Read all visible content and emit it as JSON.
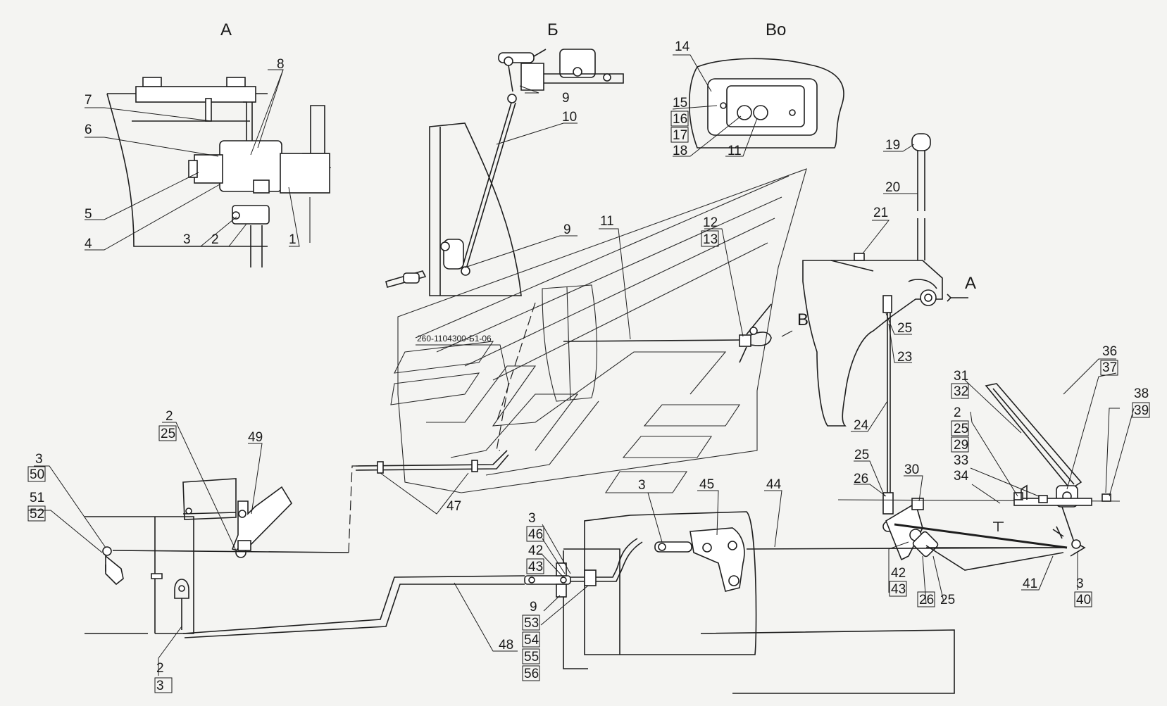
{
  "drawing": {
    "views": {
      "a": "А",
      "b": "Б",
      "v": "Во",
      "a_arrow": "А",
      "v_arrow": "В"
    },
    "part_code": "260-1104300-Б1-06",
    "labels": {
      "a1": "1",
      "a2": "2",
      "a3": "3",
      "a4": "4",
      "a5": "5",
      "a6": "6",
      "a7": "7",
      "a8": "8",
      "b9a": "9",
      "b10": "10",
      "b9b": "9",
      "v14": "14",
      "v15": "15",
      "v16": "16",
      "v17": "17",
      "v18": "18",
      "v11": "11",
      "m11": "11",
      "m12": "12",
      "m13": "13",
      "r19": "19",
      "r20": "20",
      "r21": "21",
      "r25a": "25",
      "r23": "23",
      "r24": "24",
      "r25b": "25",
      "r26a": "26",
      "r30": "30",
      "r2": "2",
      "r25c": "25",
      "r29": "29",
      "r33": "33",
      "r34": "34",
      "r31": "31",
      "r32": "32",
      "r36": "36",
      "r37": "37",
      "r38": "38",
      "r39": "39",
      "r42": "42",
      "r43": "43",
      "r26b": "26",
      "r25d": "25",
      "r41": "41",
      "r3": "3",
      "r40": "40",
      "c3": "3",
      "c45": "45",
      "c44": "44",
      "c3b": "3",
      "c46": "46",
      "c42": "42",
      "c43": "43",
      "c9": "9",
      "c53": "53",
      "c54": "54",
      "c55": "55",
      "c56": "56",
      "c48": "48",
      "c47": "47",
      "l2": "2",
      "l25": "25",
      "l49": "49",
      "l3": "3",
      "l50": "50",
      "l51": "51",
      "l52": "52",
      "l2b": "2",
      "l3b": "3"
    }
  }
}
